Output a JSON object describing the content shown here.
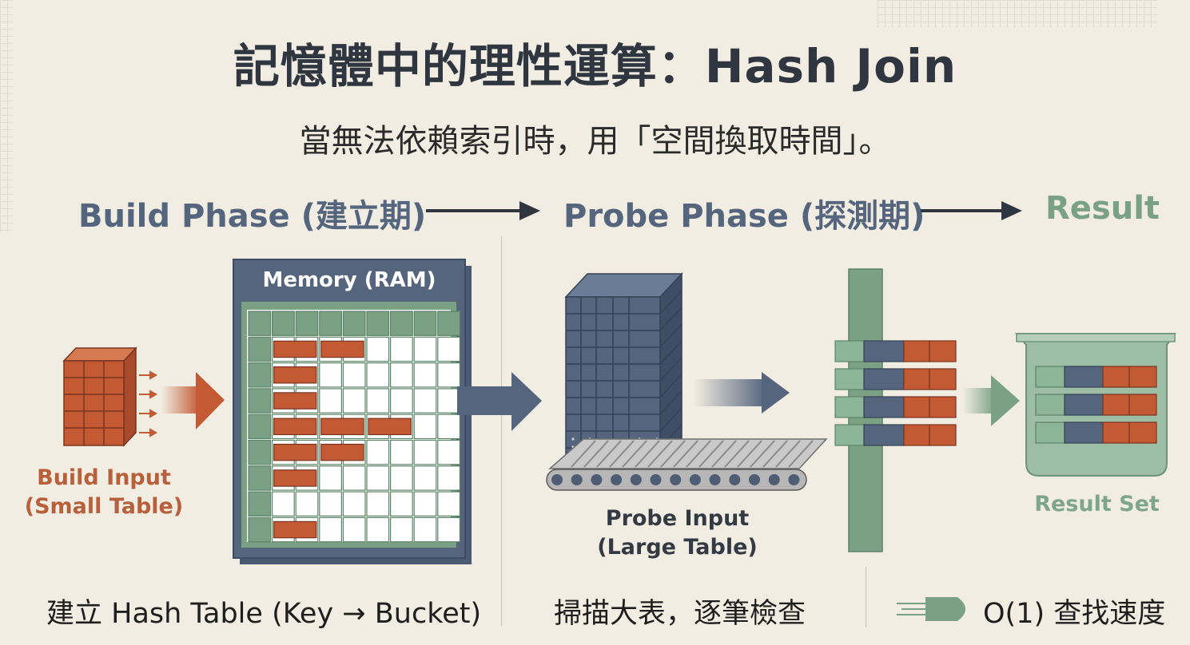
{
  "header": {
    "title": "記憶體中的理性運算：Hash Join",
    "subtitle": "當無法依賴索引時，用「空間換取時間」。"
  },
  "phases": {
    "build": "Build Phase (建立期)",
    "probe": "Probe Phase (探測期)",
    "result": "Result"
  },
  "diagram": {
    "build_input": [
      "Build Input",
      "(Small Table)"
    ],
    "memory_title": "Memory (RAM)",
    "probe_input": [
      "Probe Input",
      "(Large Table)"
    ],
    "result_set": "Result Set"
  },
  "footer": {
    "build_caption": "建立 Hash Table (Key → Bucket)",
    "probe_caption": "掃描大表，逐筆檢查",
    "result_caption": "O(1) 查找速度"
  },
  "colors": {
    "background": "#f1ede2",
    "slate": "#55657e",
    "brick": "#c45a34",
    "green": "#7ba184",
    "dark": "#303640"
  },
  "icons": [
    "brick-cube-icon",
    "hash-table-grid-icon",
    "server-stack-icon",
    "conveyor-belt-icon",
    "join-filter-icon",
    "result-basket-icon",
    "speed-bullet-icon"
  ]
}
